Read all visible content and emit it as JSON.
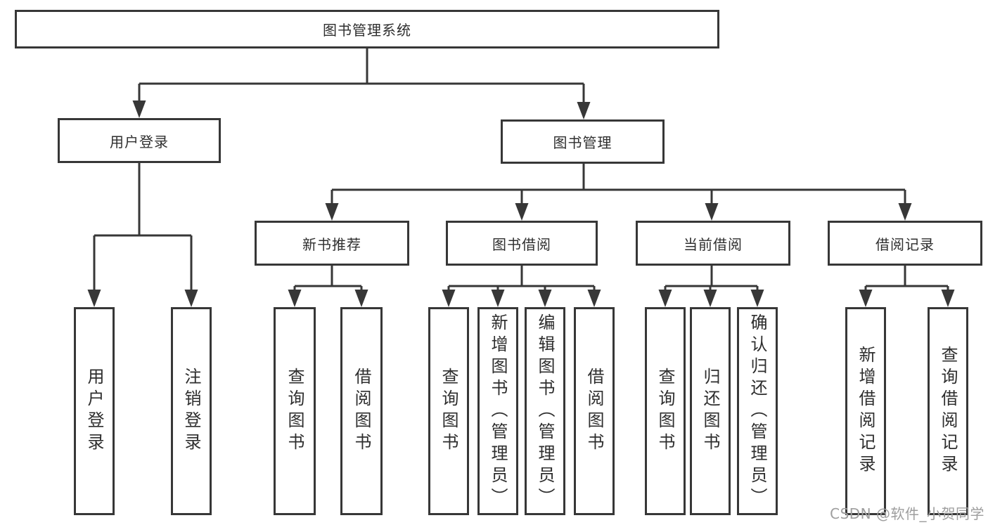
{
  "diagram": {
    "root": {
      "label": "图书管理系统"
    },
    "branches": [
      {
        "label": "用户登录",
        "children": [
          {
            "label": "用户登录"
          },
          {
            "label": "注销登录"
          }
        ]
      },
      {
        "label": "图书管理",
        "children": [
          {
            "label": "新书推荐",
            "children": [
              {
                "label": "查询图书"
              },
              {
                "label": "借阅图书"
              }
            ]
          },
          {
            "label": "图书借阅",
            "children": [
              {
                "label": "查询图书"
              },
              {
                "label": "新增图书（管理员）"
              },
              {
                "label": "编辑图书（管理员）"
              },
              {
                "label": "借阅图书"
              }
            ]
          },
          {
            "label": "当前借阅",
            "children": [
              {
                "label": "查询图书"
              },
              {
                "label": "归还图书"
              },
              {
                "label": "确认归还（管理员）"
              }
            ]
          },
          {
            "label": "借阅记录",
            "children": [
              {
                "label": "新增借阅记录"
              },
              {
                "label": "查询借阅记录"
              }
            ]
          }
        ]
      }
    ]
  },
  "watermark": {
    "text": "CSDN @软件_小贺同学"
  },
  "colors": {
    "line": "#373737",
    "text": "#2e2e2e",
    "watermark": "#9e9e9e",
    "background": "#ffffff"
  }
}
